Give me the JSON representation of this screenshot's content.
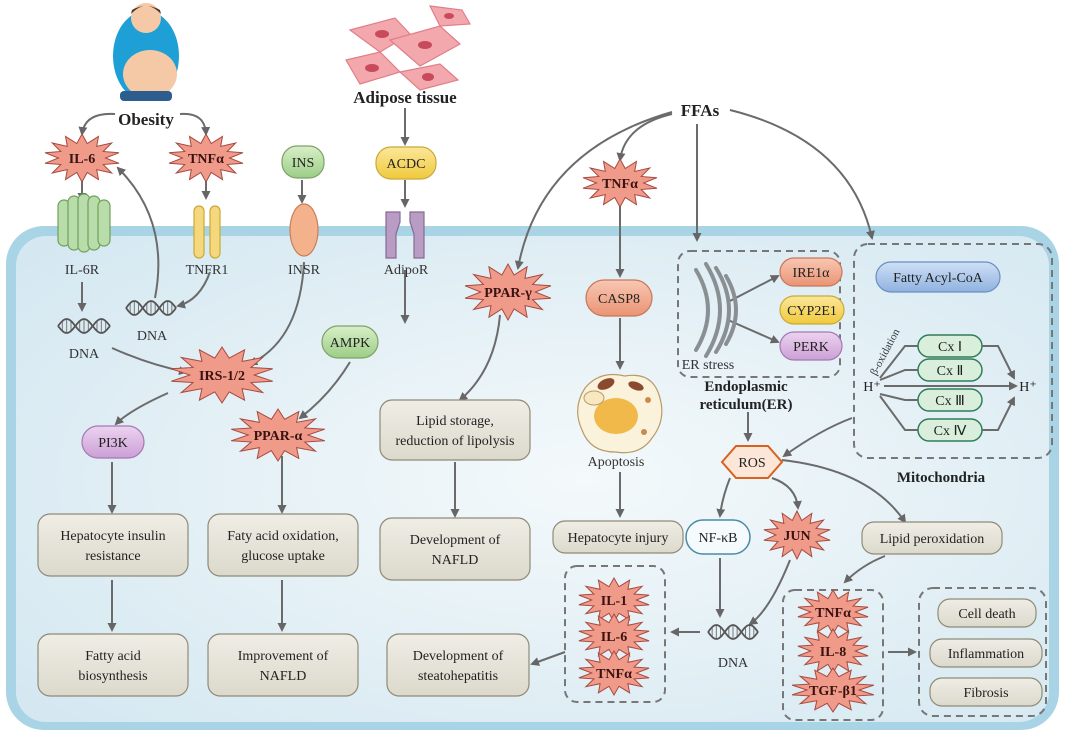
{
  "top": {
    "obesity": "Obesity",
    "adipose_tissue": "Adipose tissue",
    "ffas": "FFAs"
  },
  "stars": {
    "il6_top": "IL-6",
    "tnfa_top": "TNFα",
    "tnfa_mid": "TNFα",
    "ppar_gamma": "PPAR-γ",
    "irs": "IRS-1/2",
    "ppar_alpha": "PPAR-α",
    "jun": "JUN",
    "il1": "IL-1",
    "il6_low": "IL-6",
    "tnfa_low": "TNFα",
    "tnfa_fib": "TNFα",
    "il8": "IL-8",
    "tgfb1": "TGF-β1"
  },
  "ligands": {
    "ins": "INS",
    "acdc": "ACDC"
  },
  "receptors": {
    "il6r": "IL-6R",
    "tnfr1": "TNFR1",
    "insr": "INSR",
    "adipor": "AdipoR"
  },
  "dna": {
    "dna_left": "DNA",
    "dna_mid": "DNA",
    "dna_right": "DNA"
  },
  "nodes": {
    "ampk": "AMPK",
    "pi3k": "PI3K",
    "casp8": "CASP8",
    "apoptosis": "Apoptosis",
    "ros": "ROS",
    "nfkb": "NF-κB"
  },
  "er": {
    "ire1a": "IRE1α",
    "cyp2e1": "CYP2E1",
    "perk": "PERK",
    "er_stress": "ER stress",
    "title_line1": "Endoplasmic",
    "title_line2": "reticulum(ER)"
  },
  "mito": {
    "fatty_acyl_coa": "Fatty Acyl-CoA",
    "beta_oxidation": "β-oxidation",
    "h_left": "H⁺",
    "h_right": "H⁺",
    "cx1": "Cx Ⅰ",
    "cx2": "Cx Ⅱ",
    "cx3": "Cx Ⅲ",
    "cx4": "Cx Ⅳ",
    "title": "Mitochondria"
  },
  "outcomes": {
    "hep_ir_1": "Hepatocyte insulin",
    "hep_ir_2": "resistance",
    "fa_bio_1": "Fatty acid",
    "fa_bio_2": "biosynthesis",
    "fa_ox_1": "Faty acid oxidation,",
    "fa_ox_2": "glucose uptake",
    "improve_1": "Improvement of",
    "improve_2": "NAFLD",
    "lipid_1": "Lipid storage,",
    "lipid_2": "reduction of lipolysis",
    "dev_nafld_1": "Development of",
    "dev_nafld_2": "NAFLD",
    "hep_injury": "Hepatocyte injury",
    "lipid_perox": "Lipid peroxidation",
    "steato_1": "Development of",
    "steato_2": "steatohepatitis",
    "cell_death": "Cell death",
    "inflammation": "Inflammation",
    "fibrosis": "Fibrosis"
  },
  "colors": {
    "cell_fill": "#e1eef4",
    "cell_border": "#a9d4e6",
    "star_fill": "#f09a8a",
    "star_stroke": "#a74a40",
    "grey_box": "#e6e4d9",
    "arrow": "#6b6b6b",
    "il6r_green": "#b8dcaa",
    "tnfr_yellow": "#f5d77c",
    "insr_orange": "#f4b28c",
    "adipor_purple": "#b89cc3",
    "pink_node": "#f0a98f",
    "purple_node": "#d7b3de",
    "yellow_node": "#f6d24f",
    "mito_green": "#d9eedb",
    "blue_node": "#a8c4e8"
  }
}
